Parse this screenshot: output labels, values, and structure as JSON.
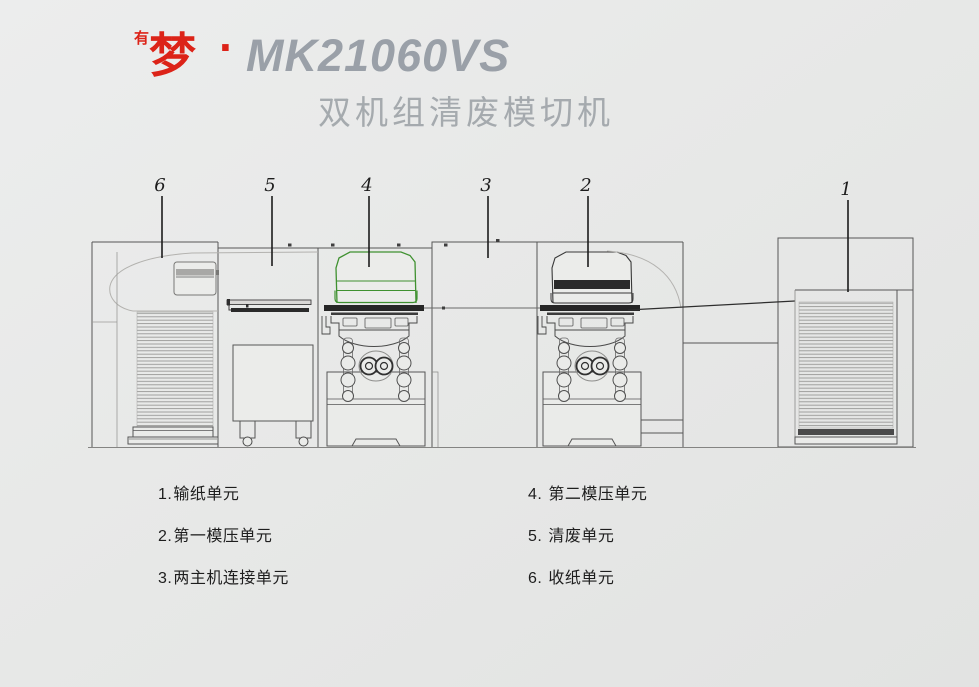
{
  "brand": {
    "prefix": "有",
    "name": "梦",
    "separator": "·",
    "model": "MK21060VS",
    "subtitle": "双机组清废模切机",
    "brand_red": "#dc2318",
    "model_gray": "#9aa0a8",
    "hood_green": "#3f9130"
  },
  "callouts": [
    {
      "n": "6"
    },
    {
      "n": "5"
    },
    {
      "n": "4"
    },
    {
      "n": "3"
    },
    {
      "n": "2"
    },
    {
      "n": "1"
    }
  ],
  "legend": {
    "left": [
      {
        "num": "1.",
        "label": "输纸单元"
      },
      {
        "num": "2.",
        "label": "第一模压单元"
      },
      {
        "num": "3.",
        "label": "两主机连接单元"
      }
    ],
    "right": [
      {
        "num": "4.",
        "label": "第二模压单元"
      },
      {
        "num": "5.",
        "label": "清废单元"
      },
      {
        "num": "6.",
        "label": "收纸单元"
      }
    ]
  }
}
